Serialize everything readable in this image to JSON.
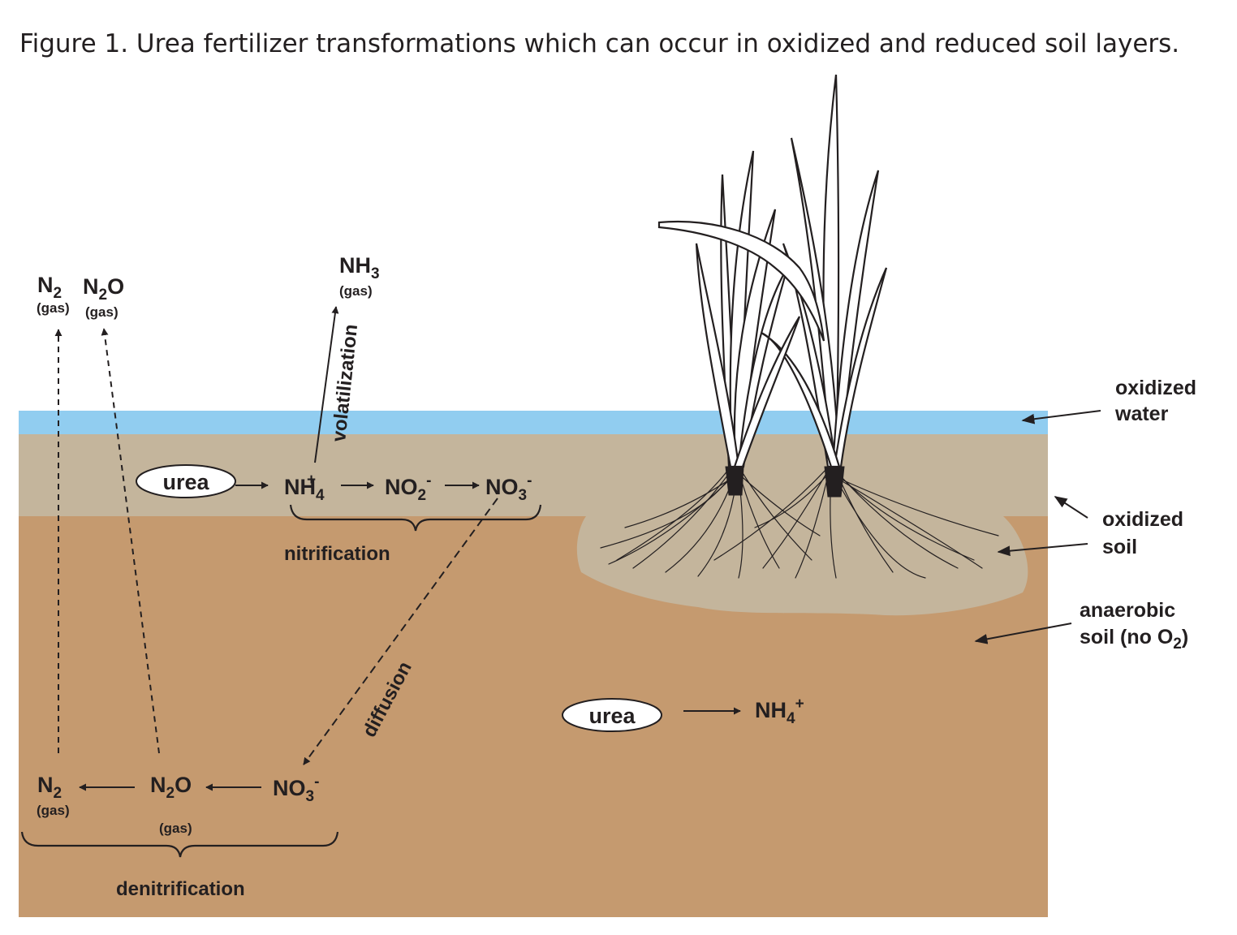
{
  "caption": "Figure 1. Urea fertilizer transformations which can occur in oxidized and reduced soil layers.",
  "colors": {
    "water": "#91cdf0",
    "oxidized_soil": "#c4b59c",
    "anaerobic_soil": "#c59a6f",
    "ink": "#231f20"
  },
  "species": {
    "urea": "urea",
    "nh": "NH",
    "no": "NO",
    "n": "N",
    "o": "O",
    "sub2": "2",
    "sub3": "3",
    "sub4": "4",
    "plus": "+",
    "minus": "-",
    "gas": "(gas)"
  },
  "processes": {
    "volatilization": "volatilization",
    "nitrification": "nitrification",
    "diffusion": "diffusion",
    "denitrification": "denitrification"
  },
  "legend": {
    "oxidized": "oxidized",
    "water": "water",
    "soil": "soil",
    "anaerobic": "anaerobic",
    "anaerobic_soil_prefix": "soil (no O",
    "anaerobic_soil_suffix": ")"
  }
}
